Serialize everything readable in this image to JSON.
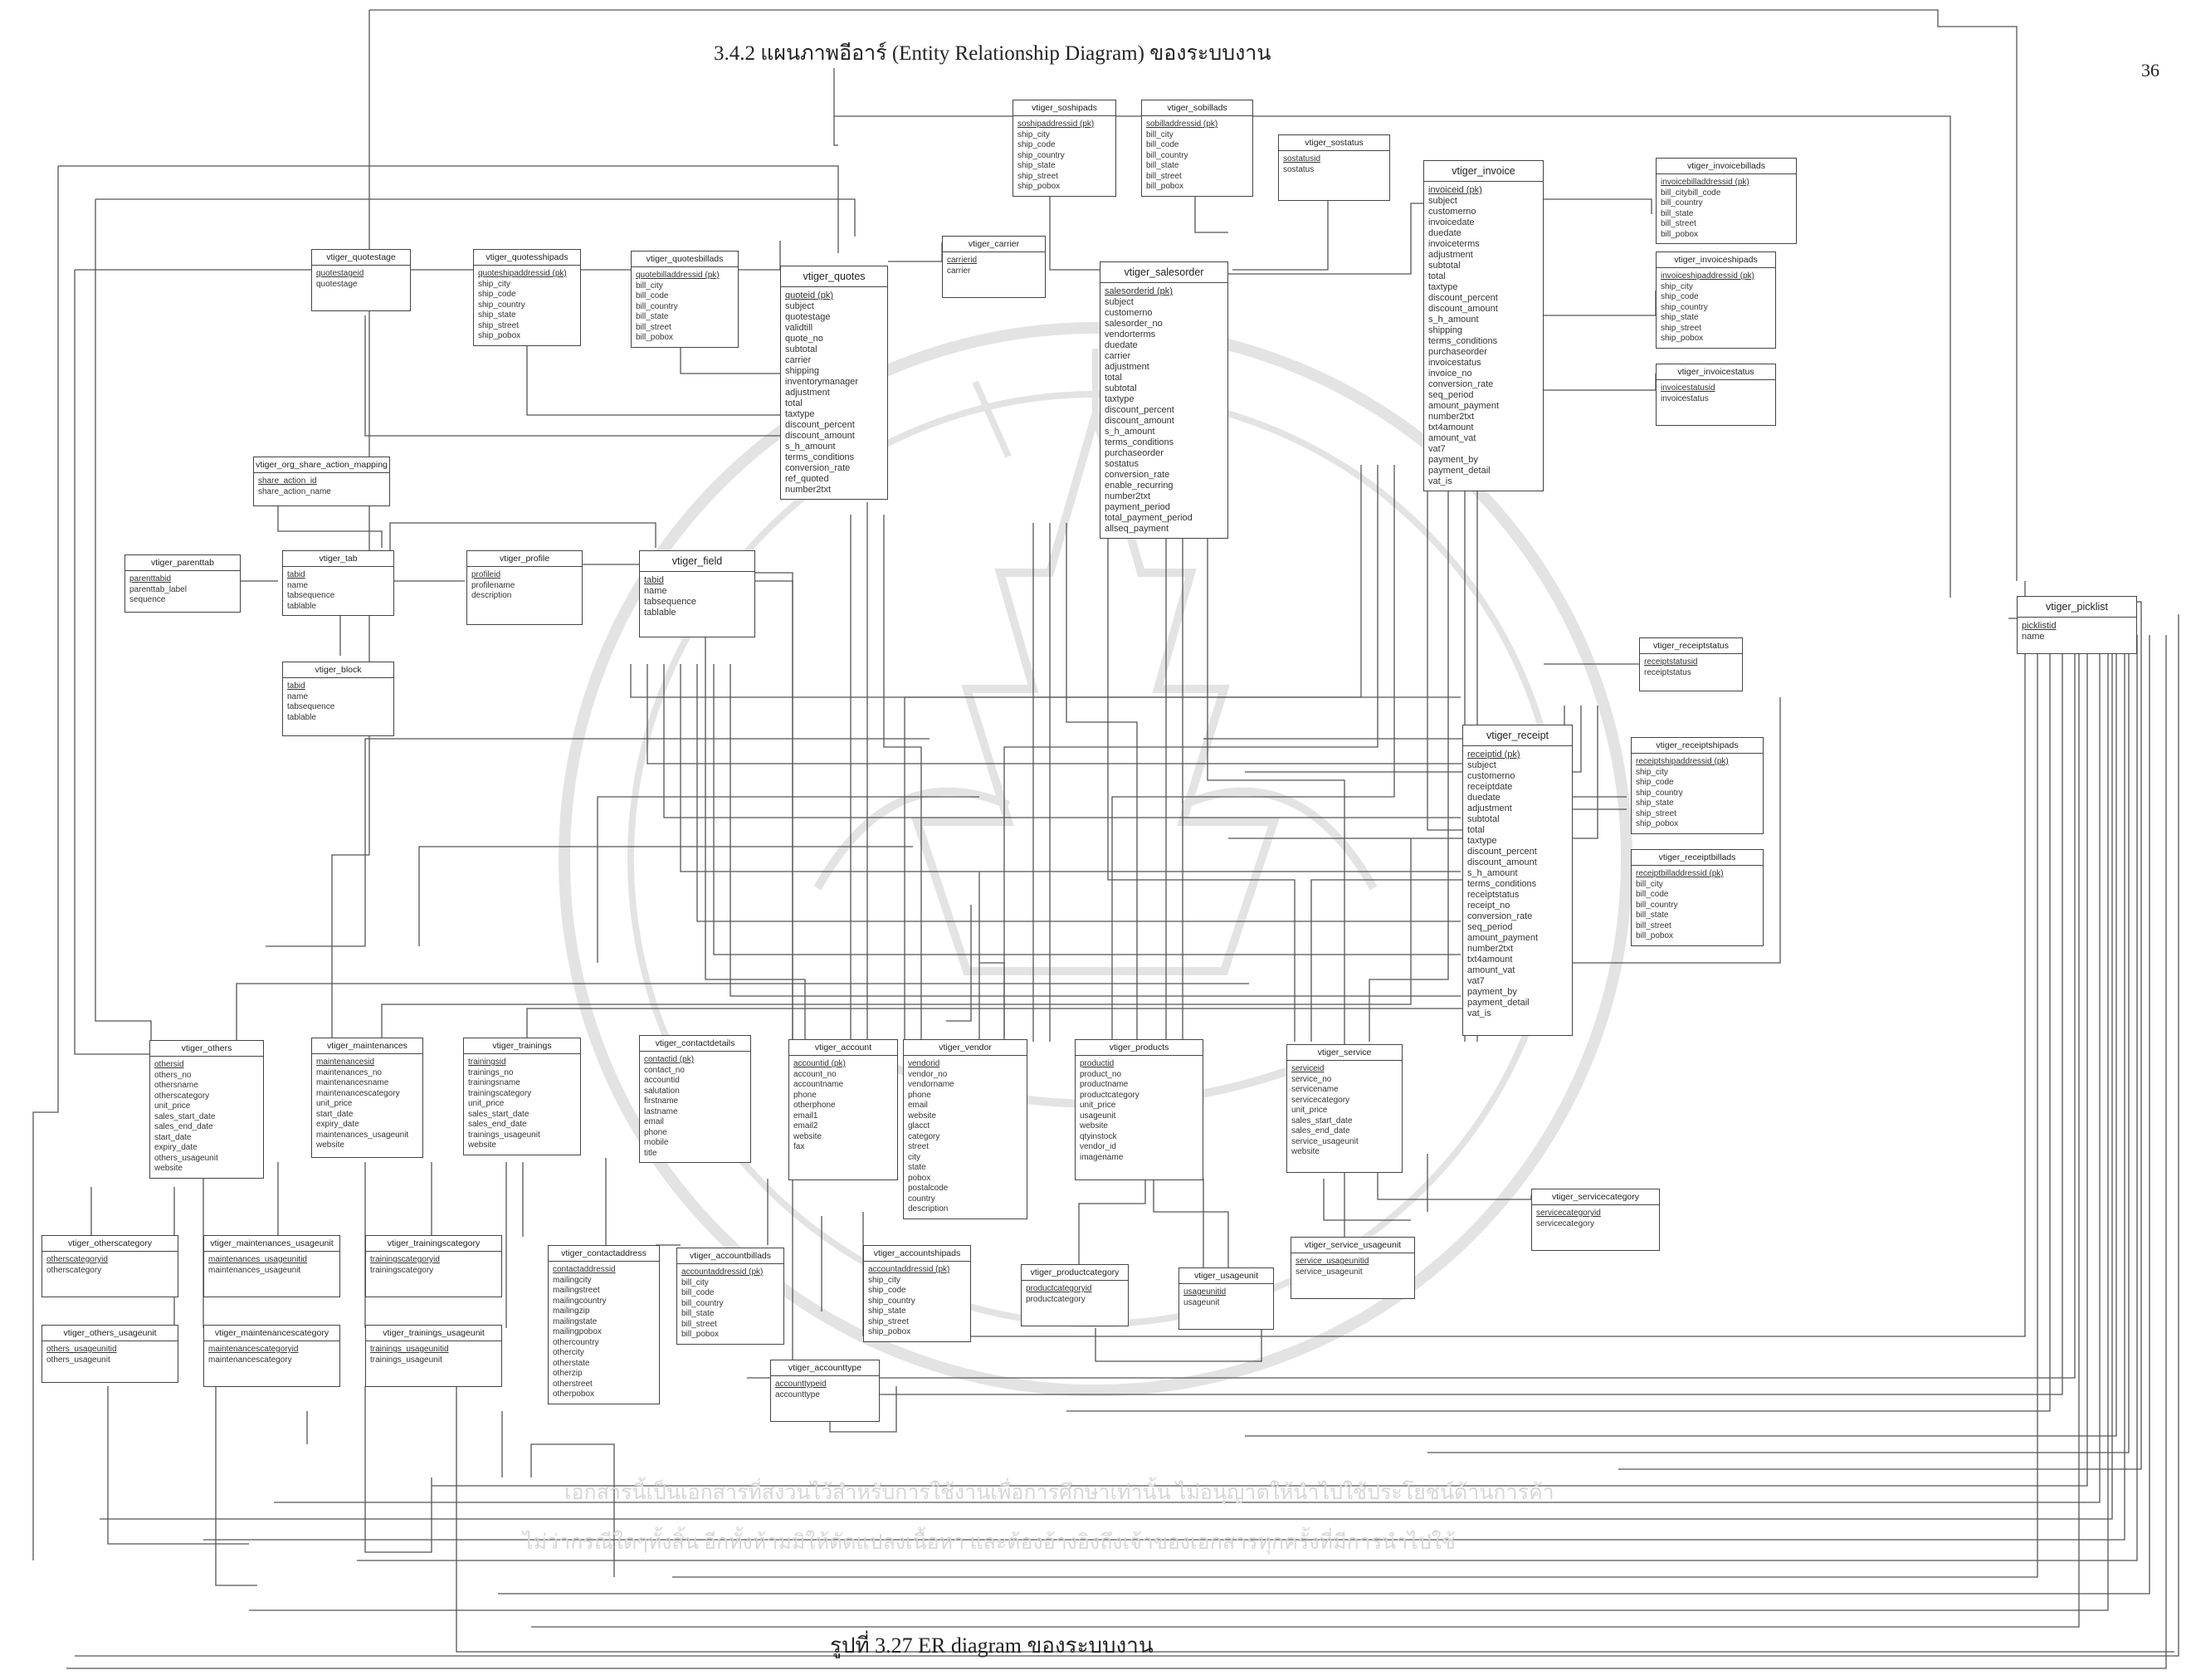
{
  "heading": "3.4.2 แผนภาพอีอาร์ (Entity Relationship Diagram) ของระบบงาน",
  "page_number": "36",
  "caption": "รูปที่ 3.27  ER diagram ของระบบงาน",
  "notice": [
    "เอกสารนี้เป็นเอกสารที่สงวนไว้สำหรับการใช้งานเพื่อการศึกษาเท่านั้น ไม่อนุญาตให้นำไปใช้ประโยชน์ด้านการค้า",
    "ไม่ว่ากรณีใดๆทั้งสิ้น อีกทั้งห้ามมิให้ดัดแปลงเนื้อหา และต้องอ้างอิงถึงเจ้าของเอกสารทุกครั้งที่มีการนำไปใช้"
  ],
  "colors": {
    "line": "#555555",
    "border": "#444444",
    "seal": "#e3e3e3",
    "notice": "#d7d7d7"
  },
  "entities": [
    {
      "id": "soshipads",
      "name": "vtiger_soshipads",
      "attributes": [
        "soshipaddressid (pk)",
        "ship_city",
        "ship_code",
        "ship_country",
        "ship_state",
        "ship_street",
        "ship_pobox"
      ]
    },
    {
      "id": "sobillads",
      "name": "vtiger_sobillads",
      "attributes": [
        "sobilladdressid (pk)",
        "bill_city",
        "bill_code",
        "bill_country",
        "bill_state",
        "bill_street",
        "bill_pobox"
      ]
    },
    {
      "id": "sostatus",
      "name": "vtiger_sostatus",
      "attributes": [
        "sostatusid",
        "sostatus"
      ]
    },
    {
      "id": "invoice",
      "name": "vtiger_invoice",
      "attributes": [
        "invoiceid (pk)",
        "subject",
        "customerno",
        "invoicedate",
        "duedate",
        "invoiceterms",
        "adjustment",
        "subtotal",
        "total",
        "taxtype",
        "discount_percent",
        "discount_amount",
        "s_h_amount",
        "shipping",
        "terms_conditions",
        "purchaseorder",
        "invoicestatus",
        "invoice_no",
        "conversion_rate",
        "seq_period",
        "amount_payment",
        "number2txt",
        "txt4amount",
        "amount_vat",
        "vat7",
        "payment_by",
        "payment_detail",
        "vat_is"
      ]
    },
    {
      "id": "invoicebillads",
      "name": "vtiger_invoicebillads",
      "attributes": [
        "invoicebilladdressid (pk)",
        "bill_citybill_code",
        "bill_country",
        "bill_state",
        "bill_street",
        "bill_pobox"
      ]
    },
    {
      "id": "invoiceshipads",
      "name": "vtiger_invoiceshipads",
      "attributes": [
        "invoiceshipaddressid (pk)",
        "ship_city",
        "ship_code",
        "ship_country",
        "ship_state",
        "ship_street",
        "ship_pobox"
      ]
    },
    {
      "id": "invoicestatus",
      "name": "vtiger_invoicestatus",
      "attributes": [
        "invoicestatusid",
        "invoicestatus"
      ]
    },
    {
      "id": "quotestage",
      "name": "vtiger_quotestage",
      "attributes": [
        "quotestageid",
        "quotestage"
      ]
    },
    {
      "id": "quotesshipads",
      "name": "vtiger_quotesshipads",
      "attributes": [
        "quoteshipaddressid (pk)",
        "ship_city",
        "ship_code",
        "ship_country",
        "ship_state",
        "ship_street",
        "ship_pobox"
      ]
    },
    {
      "id": "quotesbillads",
      "name": "vtiger_quotesbillads",
      "attributes": [
        "quotebilladdressid (pk)",
        "bill_city",
        "bill_code",
        "bill_country",
        "bill_state",
        "bill_street",
        "bill_pobox"
      ]
    },
    {
      "id": "quotes",
      "name": "vtiger_quotes",
      "attributes": [
        "quoteid (pk)",
        "subject",
        "quotestage",
        "validtill",
        "quote_no",
        "subtotal",
        "carrier",
        "shipping",
        "inventorymanager",
        "adjustment",
        "total",
        "taxtype",
        "discount_percent",
        "discount_amount",
        "s_h_amount",
        "terms_conditions",
        "conversion_rate",
        "ref_quoted",
        "number2txt"
      ]
    },
    {
      "id": "carrier",
      "name": "vtiger_carrier",
      "attributes": [
        "carrierid",
        "carrier"
      ]
    },
    {
      "id": "salesorder",
      "name": "vtiger_salesorder",
      "attributes": [
        "salesorderid (pk)",
        "subject",
        "customerno",
        "salesorder_no",
        "vendorterms",
        "duedate",
        "carrier",
        "adjustment",
        "total",
        "subtotal",
        "taxtype",
        "discount_percent",
        "discount_amount",
        "s_h_amount",
        "terms_conditions",
        "purchaseorder",
        "sostatus",
        "conversion_rate",
        "enable_recurring",
        "number2txt",
        "payment_period",
        "total_payment_period",
        "allseq_payment"
      ]
    },
    {
      "id": "org_share",
      "name": "vtiger_org_share_action_mapping",
      "attributes": [
        "share_action_id",
        "share_action_name"
      ]
    },
    {
      "id": "parenttab",
      "name": "vtiger_parenttab",
      "attributes": [
        "parenttabid",
        "parenttab_label",
        "sequence"
      ]
    },
    {
      "id": "tab",
      "name": "vtiger_tab",
      "attributes": [
        "tabid",
        "name",
        "tabsequence",
        "tablable"
      ]
    },
    {
      "id": "profile",
      "name": "vtiger_profile",
      "attributes": [
        "profileid",
        "profilename",
        "description"
      ]
    },
    {
      "id": "field",
      "name": "vtiger_field",
      "attributes": [
        "tabid",
        "name",
        "tabsequence",
        "tablable"
      ]
    },
    {
      "id": "block",
      "name": "vtiger_block",
      "attributes": [
        "tabid",
        "name",
        "tabsequence",
        "tablable"
      ]
    },
    {
      "id": "picklist",
      "name": "vtiger_picklist",
      "attributes": [
        "picklistid",
        "name"
      ]
    },
    {
      "id": "receiptstatus",
      "name": "vtiger_receiptstatus",
      "attributes": [
        "receiptstatusid",
        "receiptstatus"
      ]
    },
    {
      "id": "receipt",
      "name": "vtiger_receipt",
      "attributes": [
        "receiptid (pk)",
        "subject",
        "customerno",
        "receiptdate",
        "duedate",
        "adjustment",
        "subtotal",
        "total",
        "taxtype",
        "discount_percent",
        "discount_amount",
        "s_h_amount",
        "terms_conditions",
        "receiptstatus",
        "receipt_no",
        "conversion_rate",
        "seq_period",
        "amount_payment",
        "number2txt",
        "txt4amount",
        "amount_vat",
        "vat7",
        "payment_by",
        "payment_detail",
        "vat_is"
      ]
    },
    {
      "id": "receiptshipads",
      "name": "vtiger_receiptshipads",
      "attributes": [
        "receiptshipaddressid (pk)",
        "ship_city",
        "ship_code",
        "ship_country",
        "ship_state",
        "ship_street",
        "ship_pobox"
      ]
    },
    {
      "id": "receiptbillads",
      "name": "vtiger_receiptbillads",
      "attributes": [
        "receiptbilladdressid (pk)",
        "bill_city",
        "bill_code",
        "bill_country",
        "bill_state",
        "bill_street",
        "bill_pobox"
      ]
    },
    {
      "id": "others",
      "name": "vtiger_others",
      "attributes": [
        "othersid",
        "others_no",
        "othersname",
        "otherscategory",
        "unit_price",
        "sales_start_date",
        "sales_end_date",
        "start_date",
        "expiry_date",
        "others_usageunit",
        "website"
      ]
    },
    {
      "id": "maintenances",
      "name": "vtiger_maintenances",
      "attributes": [
        "maintenancesid",
        "maintenances_no",
        "maintenancesname",
        "maintenancescategory",
        "unit_price",
        "start_date",
        "expiry_date",
        "maintenances_usageunit",
        "website"
      ]
    },
    {
      "id": "trainings",
      "name": "vtiger_trainings",
      "attributes": [
        "trainingsid",
        "trainings_no",
        "trainingsname",
        "trainingscategory",
        "unit_price",
        "sales_start_date",
        "sales_end_date",
        "trainings_usageunit",
        "website"
      ]
    },
    {
      "id": "contactdetails",
      "name": "vtiger_contactdetails",
      "attributes": [
        "contactid (pk)",
        "contact_no",
        "accountid",
        "salutation",
        "firstname",
        "lastname",
        "email",
        "phone",
        "mobile",
        "title"
      ]
    },
    {
      "id": "account",
      "name": "vtiger_account",
      "attributes": [
        "accountid (pk)",
        "account_no",
        "accountname",
        "phone",
        "otherphone",
        "email1",
        "email2",
        "website",
        "fax"
      ]
    },
    {
      "id": "vendor",
      "name": "vtiger_vendor",
      "attributes": [
        "vendorid",
        "vendor_no",
        "vendorname",
        "phone",
        "email",
        "website",
        "glacct",
        "category",
        "street",
        "city",
        "state",
        "pobox",
        "postalcode",
        "country",
        "description"
      ]
    },
    {
      "id": "products",
      "name": "vtiger_products",
      "attributes": [
        "productid",
        "product_no",
        "productname",
        "productcategory",
        "unit_price",
        "usageunit",
        "website",
        "qtyinstock",
        "vendor_id",
        "imagename"
      ]
    },
    {
      "id": "service",
      "name": "vtiger_service",
      "attributes": [
        "serviceid",
        "service_no",
        "servicename",
        "servicecategory",
        "unit_price",
        "sales_start_date",
        "sales_end_date",
        "service_usageunit",
        "website"
      ]
    },
    {
      "id": "servicecategory",
      "name": "vtiger_servicecategory",
      "attributes": [
        "servicecategoryid",
        "servicecategory"
      ]
    },
    {
      "id": "otherscategory",
      "name": "vtiger_otherscategory",
      "attributes": [
        "otherscategoryid",
        "otherscategory"
      ]
    },
    {
      "id": "maint_usageunit",
      "name": "vtiger_maintenances_usageunit",
      "attributes": [
        "maintenances_usageunitid",
        "maintenances_usageunit"
      ]
    },
    {
      "id": "trainingscategory",
      "name": "vtiger_trainingscategory",
      "attributes": [
        "trainingscategoryid",
        "trainingscategory"
      ]
    },
    {
      "id": "contactaddress",
      "name": "vtiger_contactaddress",
      "attributes": [
        "contactaddressid",
        "mailingcity",
        "mailingstreet",
        "mailingcountry",
        "mailingzip",
        "mailingstate",
        "mailingpobox",
        "othercountry",
        "othercity",
        "otherstate",
        "otherzip",
        "otherstreet",
        "otherpobox"
      ]
    },
    {
      "id": "accountbillads",
      "name": "vtiger_accountbillads",
      "attributes": [
        "accountaddressid (pk)",
        "bill_city",
        "bill_code",
        "bill_country",
        "bill_state",
        "bill_street",
        "bill_pobox"
      ]
    },
    {
      "id": "accountshipads",
      "name": "vtiger_accountshipads",
      "attributes": [
        "accountaddressid (pk)",
        "ship_city",
        "ship_code",
        "ship_country",
        "ship_state",
        "ship_street",
        "ship_pobox"
      ]
    },
    {
      "id": "productcategory",
      "name": "vtiger_productcategory",
      "attributes": [
        "productcategoryid",
        "productcategory"
      ]
    },
    {
      "id": "usageunit",
      "name": "vtiger_usageunit",
      "attributes": [
        "usageunitid",
        "usageunit"
      ]
    },
    {
      "id": "service_usageunit",
      "name": "vtiger_service_usageunit",
      "attributes": [
        "service_usageunitid",
        "service_usageunit"
      ]
    },
    {
      "id": "others_usageunit",
      "name": "vtiger_others_usageunit",
      "attributes": [
        "others_usageunitid",
        "others_usageunit"
      ]
    },
    {
      "id": "maint_category",
      "name": "vtiger_maintenancescategory",
      "attributes": [
        "maintenancescategoryid",
        "maintenancescategory"
      ]
    },
    {
      "id": "trainings_usageunit",
      "name": "vtiger_trainings_usageunit",
      "attributes": [
        "trainings_usageunitid",
        "trainings_usageunit"
      ]
    },
    {
      "id": "accounttype",
      "name": "vtiger_accounttype",
      "attributes": [
        "accounttypeid",
        "accounttype"
      ]
    }
  ]
}
